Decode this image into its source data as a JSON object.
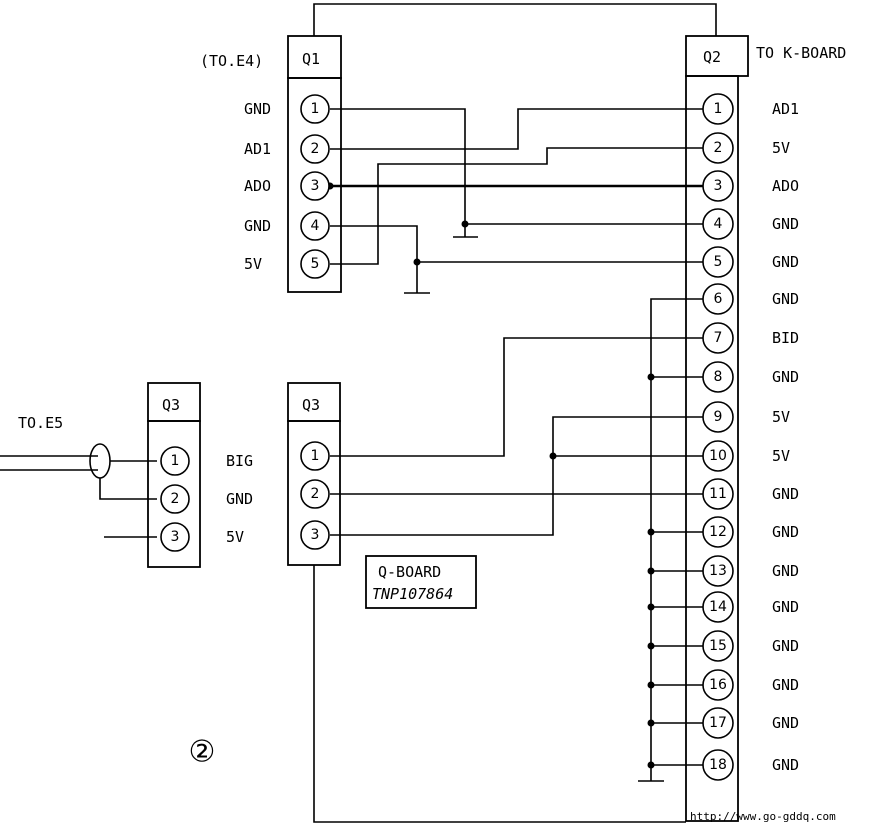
{
  "q1": {
    "header": "Q1",
    "note": "(TO.E4)",
    "pins": [
      "1",
      "2",
      "3",
      "4",
      "5"
    ],
    "labels": [
      "GND",
      "AD1",
      "ADO",
      "GND",
      "5V"
    ]
  },
  "q2": {
    "header": "Q2",
    "note": "TO  K-BOARD",
    "pins": [
      "1",
      "2",
      "3",
      "4",
      "5",
      "6",
      "7",
      "8",
      "9",
      "10",
      "11",
      "12",
      "13",
      "14",
      "15",
      "16",
      "17",
      "18"
    ],
    "labels": [
      "AD1",
      "5V",
      "ADO",
      "GND",
      "GND",
      "GND",
      "BID",
      "GND",
      "5V",
      "5V",
      "GND",
      "GND",
      "GND",
      "GND",
      "GND",
      "GND",
      "GND",
      "GND"
    ]
  },
  "q3_left": {
    "header": "Q3",
    "note": "TO.E5",
    "pins": [
      "1",
      "2",
      "3"
    ],
    "labels": [
      "BIG",
      "GND",
      "5V"
    ]
  },
  "q3_right": {
    "header": "Q3",
    "pins": [
      "1",
      "2",
      "3"
    ]
  },
  "board": {
    "name": "Q-BOARD",
    "part": "TNP107864"
  },
  "figure_number": "②",
  "watermark": "http://www.go-gddq.com"
}
